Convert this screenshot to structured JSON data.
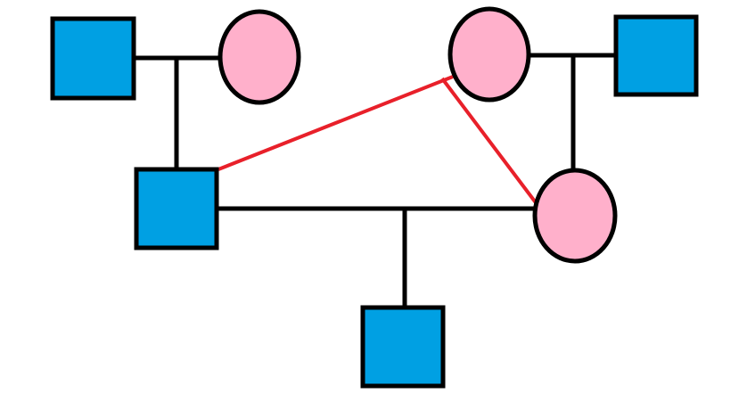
{
  "colors": {
    "background": "#ffffff",
    "male_fill": "#00a0e3",
    "female_fill": "#ffb0cb",
    "outline": "#000000",
    "highlight_line": "#e8202a"
  },
  "individuals": [
    {
      "id": "paternal-grandfather",
      "sex": "male"
    },
    {
      "id": "paternal-grandmother",
      "sex": "female"
    },
    {
      "id": "maternal-grandmother",
      "sex": "female"
    },
    {
      "id": "maternal-grandfather",
      "sex": "male"
    },
    {
      "id": "father",
      "sex": "male"
    },
    {
      "id": "mother",
      "sex": "female"
    },
    {
      "id": "child",
      "sex": "male"
    }
  ],
  "relationships": [
    {
      "type": "partnership",
      "between": [
        "paternal-grandfather",
        "paternal-grandmother"
      ],
      "children": [
        "father"
      ]
    },
    {
      "type": "partnership",
      "between": [
        "maternal-grandmother",
        "maternal-grandfather"
      ],
      "children": [
        "mother"
      ]
    },
    {
      "type": "partnership",
      "between": [
        "father",
        "mother"
      ],
      "children": [
        "child"
      ]
    }
  ],
  "highlighted_links": [
    {
      "between": [
        "father",
        "maternal-grandmother"
      ]
    },
    {
      "between": [
        "maternal-grandmother",
        "mother"
      ]
    }
  ]
}
